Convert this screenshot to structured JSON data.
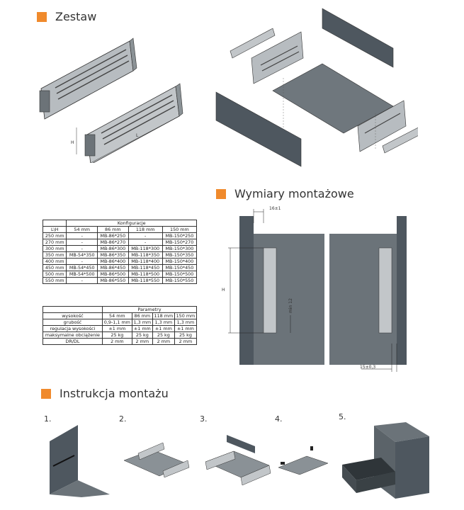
{
  "sections": {
    "kit": "Zestaw",
    "dims": "Wymiary montażowe",
    "install": "Instrukcja montażu"
  },
  "colors": {
    "accent": "#f08a2c",
    "panel": "#4e575f",
    "metal": "#b7bcc0"
  },
  "kit_labels": {
    "h": "H",
    "l": "L"
  },
  "dim_labels": {
    "top": "16±1",
    "h": "H",
    "min": "min 12",
    "bottom": "15±0,3"
  },
  "config_table": {
    "caption": "Konfiguracje",
    "headers": [
      "L\\H",
      "54 mm",
      "86 mm",
      "118 mm",
      "150 mm"
    ],
    "rows": [
      [
        "250 mm",
        "-",
        "MB-86*250",
        "-",
        "MB-150*250"
      ],
      [
        "270 mm",
        "-",
        "MB-86*270",
        "-",
        "MB-150*270"
      ],
      [
        "300 mm",
        "-",
        "MB-86*300",
        "MB-118*300",
        "MB-150*300"
      ],
      [
        "350 mm",
        "MB-54*350",
        "MB-86*350",
        "MB-118*350",
        "MB-150*350"
      ],
      [
        "400 mm",
        "-",
        "MB-86*400",
        "MB-118*400",
        "MB-150*400"
      ],
      [
        "450 mm",
        "MB-54*450",
        "MB-86*450",
        "MB-118*450",
        "MB-150*450"
      ],
      [
        "500 mm",
        "MB-54*500",
        "MB-86*500",
        "MB-118*500",
        "MB-150*500"
      ],
      [
        "550 mm",
        "-",
        "MB-86*550",
        "MB-118*550",
        "MB-150*550"
      ]
    ]
  },
  "param_table": {
    "caption": "Parametry",
    "headers": [
      "wysokość",
      "54 mm",
      "86 mm",
      "118 mm",
      "150 mm"
    ],
    "rows": [
      [
        "grubość",
        "0,9-1,1 mm",
        "1,3 mm",
        "1,3 mm",
        "1,3 mm"
      ],
      [
        "regulacja wysokości",
        "±1 mm",
        "±1 mm",
        "±1 mm",
        "±1 mm"
      ],
      [
        "maksymalne obciążenie",
        "25 kg",
        "25 kg",
        "25 kg",
        "25 kg"
      ],
      [
        "DR/DL",
        "2 mm",
        "2 mm",
        "2 mm",
        "2 mm"
      ]
    ]
  },
  "steps": [
    "1.",
    "2.",
    "3.",
    "4.",
    "5."
  ]
}
